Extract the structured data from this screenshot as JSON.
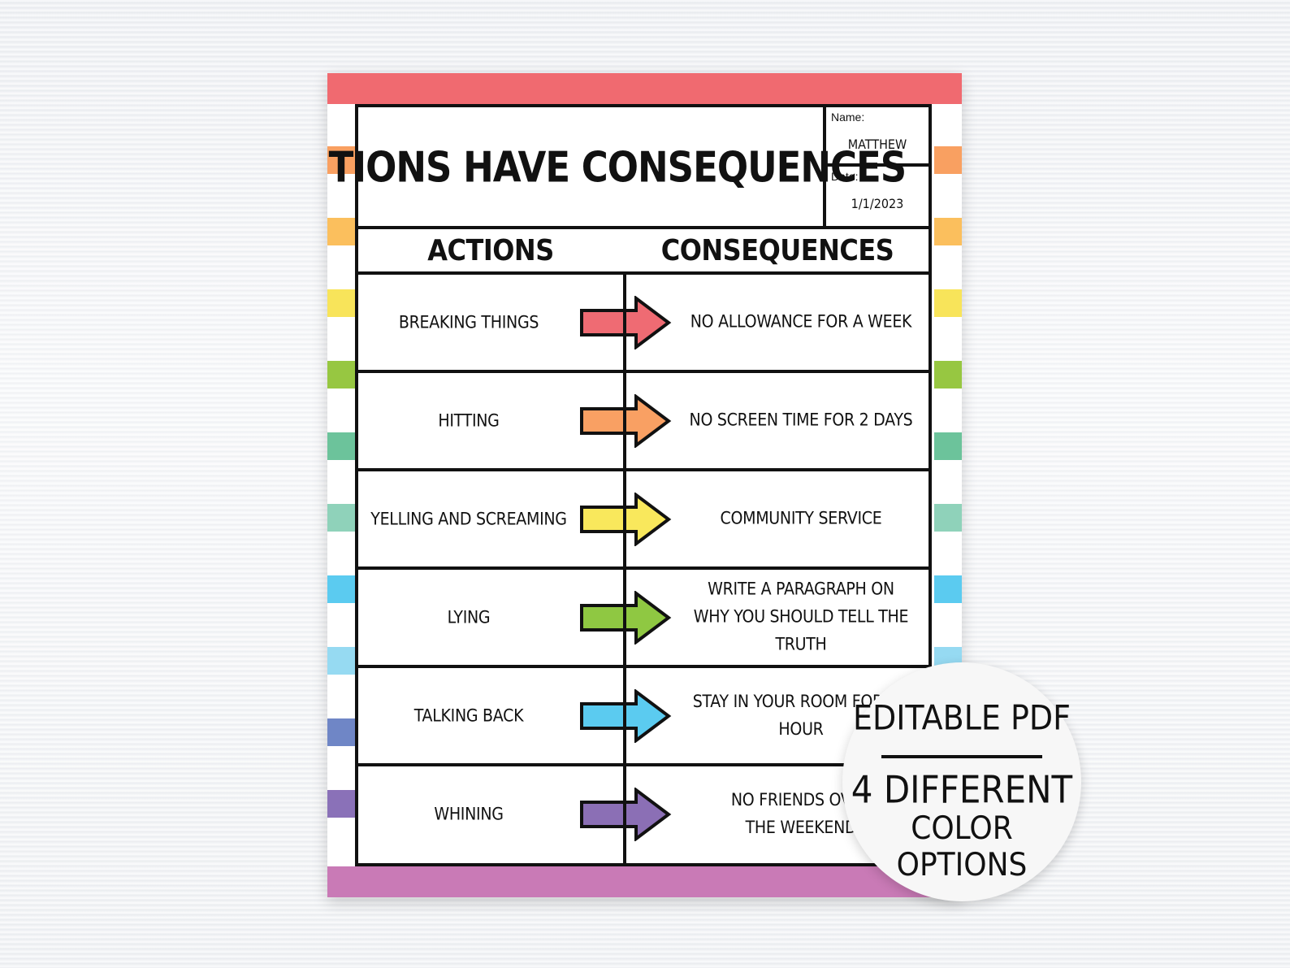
{
  "colors": {
    "top_band": "#f06a70",
    "bottom_band": "#c97ab6",
    "stripes": [
      "#f9a061",
      "#fbbf5d",
      "#f8e45a",
      "#97c741",
      "#6cc39b",
      "#8fd2ba",
      "#5bcbf0",
      "#96daf2",
      "#6f86c6",
      "#8a71b8"
    ]
  },
  "worksheet": {
    "title": "ACTIONS HAVE CONSEQUENCES",
    "name_label": "Name:",
    "name_value": "MATTHEW",
    "date_label": "Date:",
    "date_value": "1/1/2023",
    "col_actions": "ACTIONS",
    "col_consequences": "CONSEQUENCES",
    "rows": [
      {
        "action": "BREAKING THINGS",
        "consequence": "NO ALLOWANCE FOR A WEEK",
        "arrow_color": "#ef6b73",
        "arrow_icon": "arrow-right-icon"
      },
      {
        "action": "HITTING",
        "consequence": "NO SCREEN TIME FOR 2 DAYS",
        "arrow_color": "#f9a063",
        "arrow_icon": "arrow-right-icon"
      },
      {
        "action": "YELLING AND SCREAMING",
        "consequence": "COMMUNITY SERVICE",
        "arrow_color": "#f9e85c",
        "arrow_icon": "arrow-right-icon"
      },
      {
        "action": "LYING",
        "consequence": "WRITE A PARAGRAPH ON\nWHY YOU SHOULD TELL THE TRUTH",
        "arrow_color": "#8fc842",
        "arrow_icon": "arrow-right-icon"
      },
      {
        "action": "TALKING BACK",
        "consequence": "STAY IN YOUR ROOM FOR AN HOUR",
        "arrow_color": "#5bcbf0",
        "arrow_icon": "arrow-right-icon"
      },
      {
        "action": "WHINING",
        "consequence": "NO FRIENDS OVER\nTHE WEEKEND",
        "arrow_color": "#8b6fb5",
        "arrow_icon": "arrow-right-icon"
      }
    ]
  },
  "badge": {
    "line1": "EDITABLE PDF",
    "line2": "4 DIFFERENT",
    "line3": "COLOR OPTIONS"
  }
}
